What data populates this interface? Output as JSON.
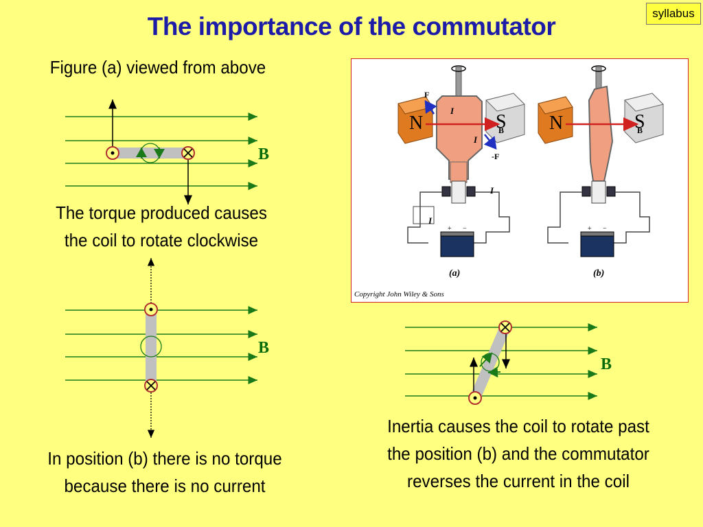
{
  "title": "The importance of the commutator",
  "syllabus_label": "syllabus",
  "captions": {
    "fig_a": "Figure (a) viewed from above",
    "torque_line1": "The torque produced causes",
    "torque_line2": "the coil to rotate clockwise",
    "pos_b_line1": "In position (b) there is no torque",
    "pos_b_line2": "because there is no current",
    "inertia_line1": "Inertia causes the coil to rotate past",
    "inertia_line2": "the position (b) and the commutator",
    "inertia_line3": "reverses the current in the coil"
  },
  "field_label": "B",
  "photo": {
    "label_f": "F",
    "label_neg_f": "-F",
    "label_i": "I",
    "label_n": "N",
    "label_s": "S",
    "label_b": "B",
    "label_plus": "+",
    "label_minus": "−",
    "label_a": "(a)",
    "label_b_fig": "(b)",
    "copyright": "Copyright John Wiley & Sons"
  },
  "symbols": {
    "out_of_page": "•",
    "into_page": "X"
  },
  "colors": {
    "title": "#1c1ca8",
    "background": "#ffff80",
    "field_lines": "#1a7a1a",
    "label_b": "#0a6b0a",
    "coil": "#c0c0c0",
    "conductor_ring": "#b03030",
    "magnet_n": "#e07a20",
    "coil_copper": "#f0a080",
    "force_arrow": "#2030c0",
    "field_arrow": "#d02020"
  }
}
